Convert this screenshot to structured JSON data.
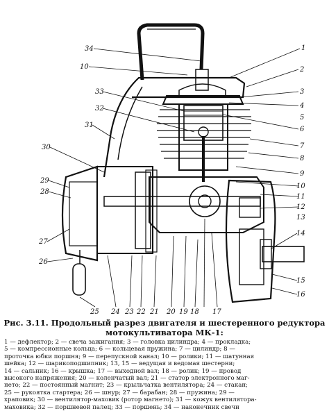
{
  "caption": {
    "line1": "Рис. 3.11. Продольный разрез двигателя и шестеренного редуктора",
    "line2": "мотокультиватора МК-1:"
  },
  "legend": [
    "1 — дефлектор; 2 — свеча зажигания; 3 — головка цилиндра; 4 — прокладка;",
    "5 — компрессионные кольца; 6 — кольцевая пружина; 7 — цилиндр; 8 —",
    "проточка юбки поршня; 9 — перепускной канал; 10 — ролики; 11 — шатунная",
    "шейка; 12 — шарикоподшипник; 13, 15 — ведущая и ведомая шестерни;",
    "14 — сальник; 16 — крышка; 17 — выходной вал; 18 — ролик; 19 — провод",
    "высокого напряжения; 20 — коленчатый вал; 21 — статор электронного маг-",
    "нето; 22 — постоянный магнит; 23 — крыльчатка вентилятора; 24 — стакан;",
    "25 — рукоятка стартера; 26 — шнур; 27 — барабан; 28 — пружина; 29 —",
    "храповик; 30 — вентилятор-маховик (ротор магнето); 31 — кожух вентилятора-",
    "маховика; 32 — поршневой палец; 33 — поршень; 34 — наконечник свечи"
  ],
  "callouts": {
    "n1": "1",
    "n2": "2",
    "n3": "3",
    "n4": "4",
    "n5": "5",
    "n6": "6",
    "n7": "7",
    "n8": "8",
    "n9": "9",
    "n10": "10",
    "n11": "11",
    "n12": "12",
    "n13": "13",
    "n14": "14",
    "n15": "15",
    "n16": "16",
    "n17": "17",
    "n18": "18",
    "n19": "19",
    "n20": "20",
    "n21": "21",
    "n22": "22",
    "n23": "23",
    "n24": "24",
    "n25": "25",
    "n26": "26",
    "n27": "27",
    "n28": "28",
    "n29": "29",
    "n30": "30",
    "n31": "31",
    "n32": "32",
    "n33": "33",
    "n34": "34",
    "t10": "10"
  }
}
